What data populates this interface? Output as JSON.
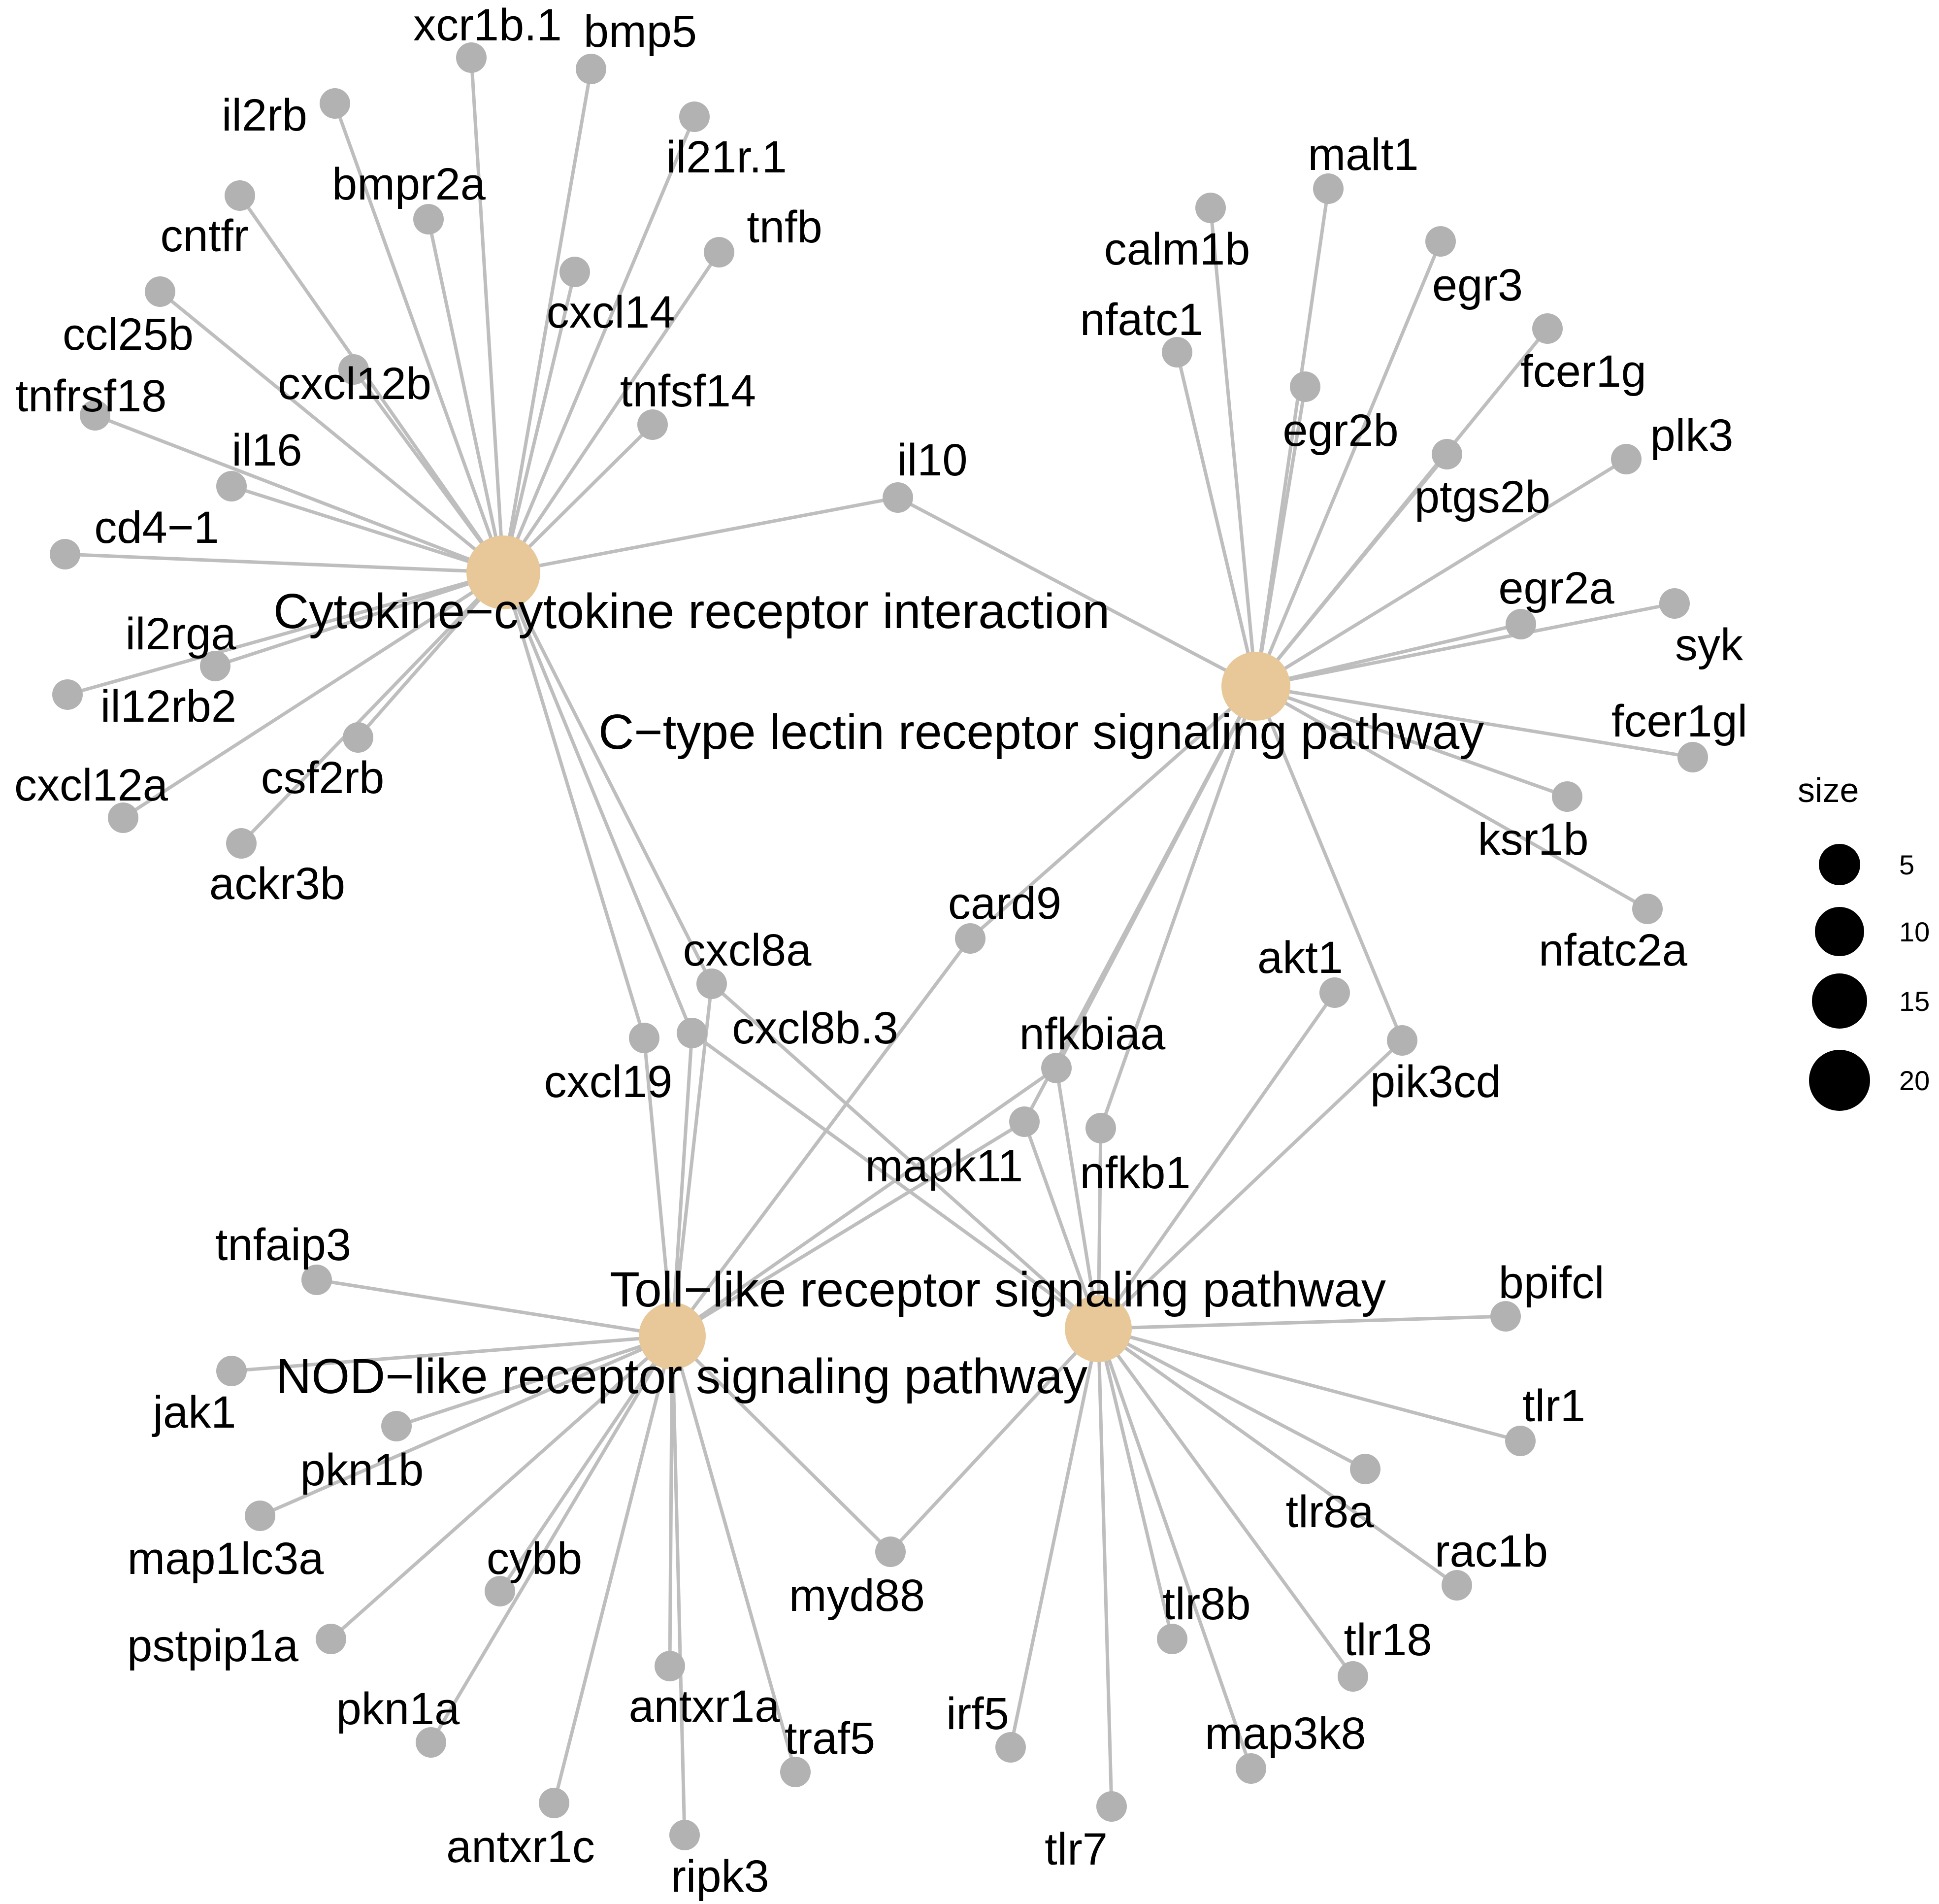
{
  "legend": {
    "title": "size",
    "items": [
      "5",
      "10",
      "15",
      "20"
    ]
  },
  "colors": {
    "pathway_node": "#e8c898",
    "gene_node": "#b2b2b2",
    "edge": "#bebebe"
  },
  "pathways": {
    "cytokine": "Cytokine−cytokine receptor interaction",
    "ctype": "C−type lectin receptor signaling pathway",
    "toll": "Toll−like receptor signaling pathway",
    "nod": "NOD−like receptor signaling pathway"
  },
  "genes": {
    "xcr1b1": "xcr1b.1",
    "bmp5": "bmp5",
    "il2rb": "il2rb",
    "il21r1": "il21r.1",
    "bmpr2a": "bmpr2a",
    "cntfr": "cntfr",
    "tnfb": "tnfb",
    "cxcl14": "cxcl14",
    "ccl25b": "ccl25b",
    "cxcl12b": "cxcl12b",
    "tnfrsf18": "tnfrsf18",
    "tnfsf14": "tnfsf14",
    "il16": "il16",
    "cd4_1": "cd4−1",
    "il10": "il10",
    "il2rga": "il2rga",
    "il12rb2": "il12rb2",
    "csf2rb": "csf2rb",
    "cxcl12a": "cxcl12a",
    "ackr3b": "ackr3b",
    "malt1": "malt1",
    "calm1b": "calm1b",
    "egr3": "egr3",
    "nfatc1": "nfatc1",
    "fcer1g": "fcer1g",
    "egr2b": "egr2b",
    "plk3": "plk3",
    "ptgs2b": "ptgs2b",
    "egr2a": "egr2a",
    "syk": "syk",
    "fcer1gl": "fcer1gl",
    "ksr1b": "ksr1b",
    "nfatc2a": "nfatc2a",
    "card9": "card9",
    "akt1": "akt1",
    "cxcl8a": "cxcl8a",
    "cxcl8b3": "cxcl8b.3",
    "nfkbiaa": "nfkbiaa",
    "pik3cd": "pik3cd",
    "cxcl19": "cxcl19",
    "mapk11": "mapk11",
    "nfkb1": "nfkb1",
    "tnfaip3": "tnfaip3",
    "bpifcl": "bpifcl",
    "jak1": "jak1",
    "tlr1": "tlr1",
    "pkn1b": "pkn1b",
    "tlr8a": "tlr8a",
    "map1lc3a": "map1lc3a",
    "cybb": "cybb",
    "rac1b": "rac1b",
    "myd88": "myd88",
    "pstpip1a": "pstpip1a",
    "tlr8b": "tlr8b",
    "tlr18": "tlr18",
    "antxr1a": "antxr1a",
    "pkn1a": "pkn1a",
    "traf5": "traf5",
    "irf5": "irf5",
    "map3k8": "map3k8",
    "antxr1c": "antxr1c",
    "tlr7": "tlr7",
    "ripk3": "ripk3"
  }
}
